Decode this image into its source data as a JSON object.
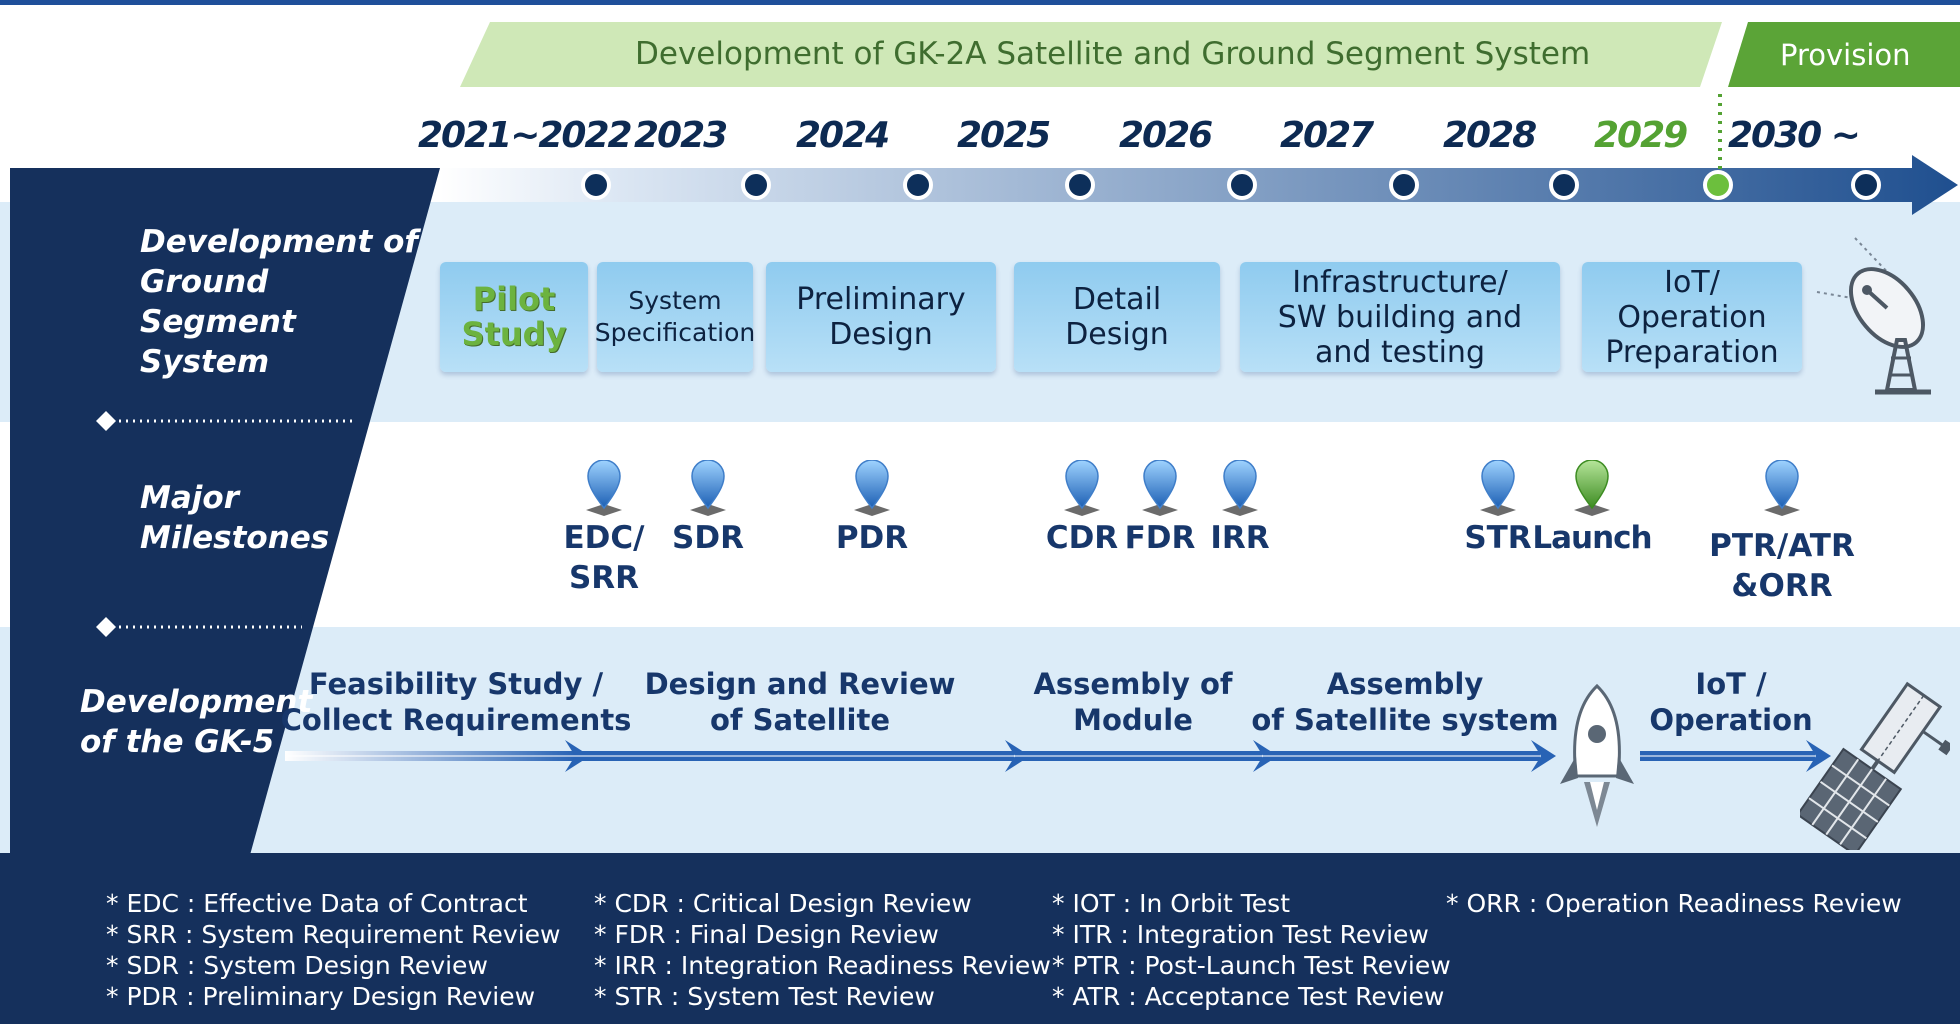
{
  "banner": {
    "development_label": "Development of GK-2A Satellite and Ground Segment System",
    "provision_label": "Provision"
  },
  "years": [
    "2021~2022",
    "2023",
    "2024",
    "2025",
    "2026",
    "2027",
    "2028",
    "2029",
    "2030 ~"
  ],
  "rows": {
    "ground": "Development of\nGround\nSegment\nSystem",
    "milestones": "Major\nMilestones",
    "gk5": "Development\nof the GK-5"
  },
  "phases": [
    "Pilot\nStudy",
    "System\nSpecification",
    "Preliminary\nDesign",
    "Detail\nDesign",
    "Infrastructure/\nSW building and\nand testing",
    "IoT/\nOperation\nPreparation"
  ],
  "milestones": [
    "EDC/\nSRR",
    "SDR",
    "PDR",
    "CDR",
    "FDR",
    "IRR",
    "STR",
    "Launch",
    "PTR/ATR\n&ORR"
  ],
  "gk5_stages": [
    "Feasibility Study /\nCollect Requirements",
    "Design and Review\nof Satellite",
    "Assembly of\nModule",
    "Assembly\nof Satellite system",
    "IoT /\nOperation"
  ],
  "abbreviations": {
    "col1": [
      "* EDC : Effective Data of Contract",
      "* SRR : System Requirement Review",
      "* SDR : System Design Review",
      "* PDR : Preliminary Design Review"
    ],
    "col2": [
      "* CDR : Critical Design Review",
      "* FDR : Final Design Review",
      "* IRR  : Integration Readiness Review",
      "* STR : System Test Review"
    ],
    "col3": [
      "* IOT : In Orbit Test",
      "* ITR : Integration Test Review",
      "* PTR : Post-Launch Test Review",
      "* ATR : Acceptance Test Review"
    ],
    "col4": [
      "* ORR : Operation Readiness Review"
    ]
  },
  "colors": {
    "navy": "#15305c",
    "banner_green": "#cfe8b7",
    "provision_green": "#5ba437",
    "year_green": "#54a233",
    "light_band": "#e1eff9"
  },
  "icons": [
    "ground-station-dish-icon",
    "milestone-pin-icon",
    "rocket-icon",
    "satellite-icon"
  ]
}
